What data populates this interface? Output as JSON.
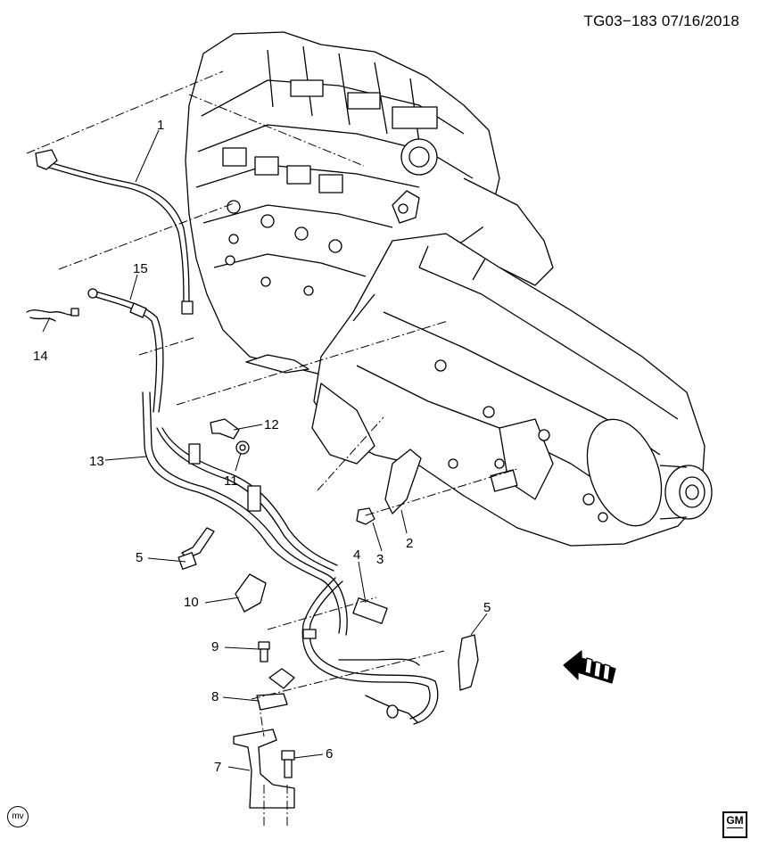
{
  "header": {
    "diagram_id": "TG03−183",
    "date": "07/16/2018"
  },
  "callouts": [
    {
      "key": "c1",
      "label": "1"
    },
    {
      "key": "c2",
      "label": "2"
    },
    {
      "key": "c3",
      "label": "3"
    },
    {
      "key": "c4",
      "label": "4"
    },
    {
      "key": "c5a",
      "label": "5"
    },
    {
      "key": "c5b",
      "label": "5"
    },
    {
      "key": "c6",
      "label": "6"
    },
    {
      "key": "c7",
      "label": "7"
    },
    {
      "key": "c8",
      "label": "8"
    },
    {
      "key": "c9",
      "label": "9"
    },
    {
      "key": "c10",
      "label": "10"
    },
    {
      "key": "c11",
      "label": "11"
    },
    {
      "key": "c12",
      "label": "12"
    },
    {
      "key": "c13",
      "label": "13"
    },
    {
      "key": "c14",
      "label": "14"
    },
    {
      "key": "c15",
      "label": "15"
    }
  ],
  "footer": {
    "mv_mark": "mv",
    "logo_text": "GM"
  },
  "direction_icon": "front-arrow-icon",
  "colors": {
    "line": "#000000",
    "background": "#ffffff"
  }
}
